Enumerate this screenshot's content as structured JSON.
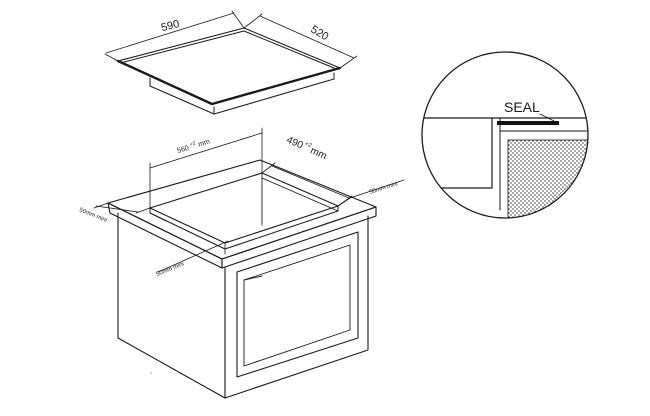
{
  "hob": {
    "width_label": "590",
    "depth_label": "520"
  },
  "cutout": {
    "width_label": "560",
    "width_tolerance": "+2",
    "width_unit": "mm",
    "depth_label": "490",
    "depth_tolerance": "+2",
    "depth_unit": "mm"
  },
  "clearances": {
    "left_label": "50mm mini",
    "front_label": "50mm mini",
    "right_label": "50mm mini"
  },
  "detail": {
    "seal_label": "SEAL"
  }
}
